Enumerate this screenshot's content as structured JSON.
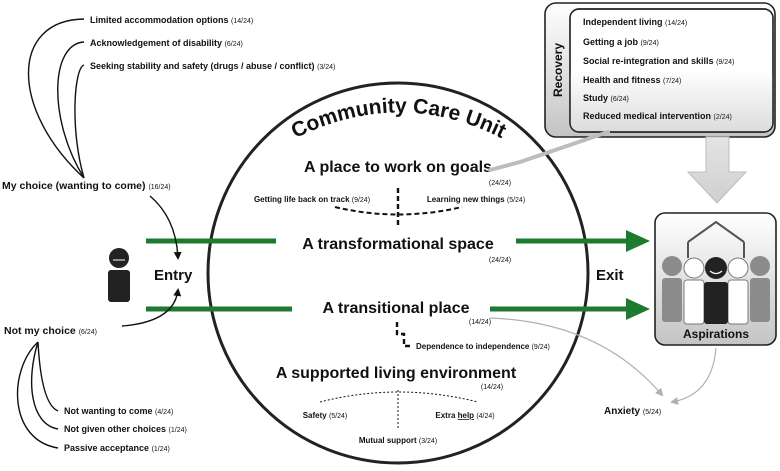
{
  "circle": {
    "title": "Community Care Unit",
    "goals": {
      "label": "A place to work on goals",
      "count": "(24/24)",
      "sub_left": "Getting life back on track",
      "sub_left_count": "(9/24)",
      "sub_right": "Learning new things",
      "sub_right_count": "(5/24)"
    },
    "transformational": {
      "label": "A transformational space",
      "count": "(24/24)"
    },
    "transitional": {
      "label": "A transitional place",
      "count": "(14/24)",
      "sub": "Dependence to independence",
      "sub_count": "(9/24)"
    },
    "supported": {
      "label": "A supported living environment",
      "count": "(14/24)",
      "safety": "Safety",
      "safety_count": "(5/24)",
      "extra_a": "Extra ",
      "extra_b": "help",
      "extra_count": "(4/24)",
      "mutual": "Mutual support",
      "mutual_count": "(3/24)"
    }
  },
  "entry": {
    "label": "Entry"
  },
  "exit": {
    "label": "Exit"
  },
  "my_choice": {
    "label": "My choice (wanting to come)",
    "count": "(16/24)",
    "reasons": [
      {
        "text": "Limited accommodation options",
        "count": "(14/24)"
      },
      {
        "text": "Acknowledgement of disability",
        "count": "(6/24)"
      },
      {
        "text": "Seeking stability and safety (drugs / abuse / conflict)",
        "count": "(3/24)"
      }
    ]
  },
  "not_my_choice": {
    "label": "Not my choice",
    "count": "(6/24)",
    "reasons": [
      {
        "text": "Not wanting to come",
        "count": "(4/24)"
      },
      {
        "text": "Not given other choices",
        "count": "(1/24)"
      },
      {
        "text": "Passive acceptance",
        "count": "(1/24)"
      }
    ]
  },
  "recovery": {
    "label": "Recovery",
    "items": [
      {
        "text": "Independent living",
        "count": "(14/24)"
      },
      {
        "text": "Getting a job",
        "count": "(9/24)"
      },
      {
        "text": "Social re-integration and skills",
        "count": "(9/24)"
      },
      {
        "text": "Health and fitness",
        "count": "(7/24)"
      },
      {
        "text": "Study",
        "count": "(6/24)"
      },
      {
        "text": "Reduced medical intervention",
        "count": "(2/24)"
      }
    ]
  },
  "aspirations": {
    "label": "Aspirations"
  },
  "anxiety": {
    "label": "Anxiety",
    "count": "(5/24)"
  },
  "colors": {
    "arrow_green": "#1e7a2e",
    "box_gray": "#d6d6d6",
    "connector_gray": "#bdbdbd"
  }
}
